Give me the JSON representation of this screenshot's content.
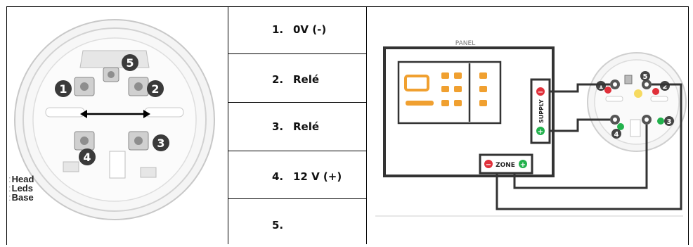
{
  "terminals": [
    {
      "num": "1.",
      "label": "0V (-)"
    },
    {
      "num": "2.",
      "label": "Relé"
    },
    {
      "num": "3.",
      "label": "Relé"
    },
    {
      "num": "4.",
      "label": "12 V (+)"
    },
    {
      "num": "5.",
      "label": ""
    }
  ],
  "base_diagram": {
    "terminal_numbers": [
      "1",
      "2",
      "3",
      "4",
      "5"
    ],
    "legend": [
      "Head",
      "Leds",
      "Base"
    ]
  },
  "wiring_diagram": {
    "header_fragment": "PANEL",
    "supply_label": "SUPPLY",
    "zone_label": "ZONE",
    "minus_sign": "−",
    "plus_sign": "+",
    "terminal_numbers": [
      "1",
      "2",
      "3",
      "4",
      "5"
    ],
    "colors": {
      "negative": "#e0303a",
      "positive": "#22b14c",
      "panel_accent": "#f0a030",
      "led": "#f5d23a"
    }
  }
}
